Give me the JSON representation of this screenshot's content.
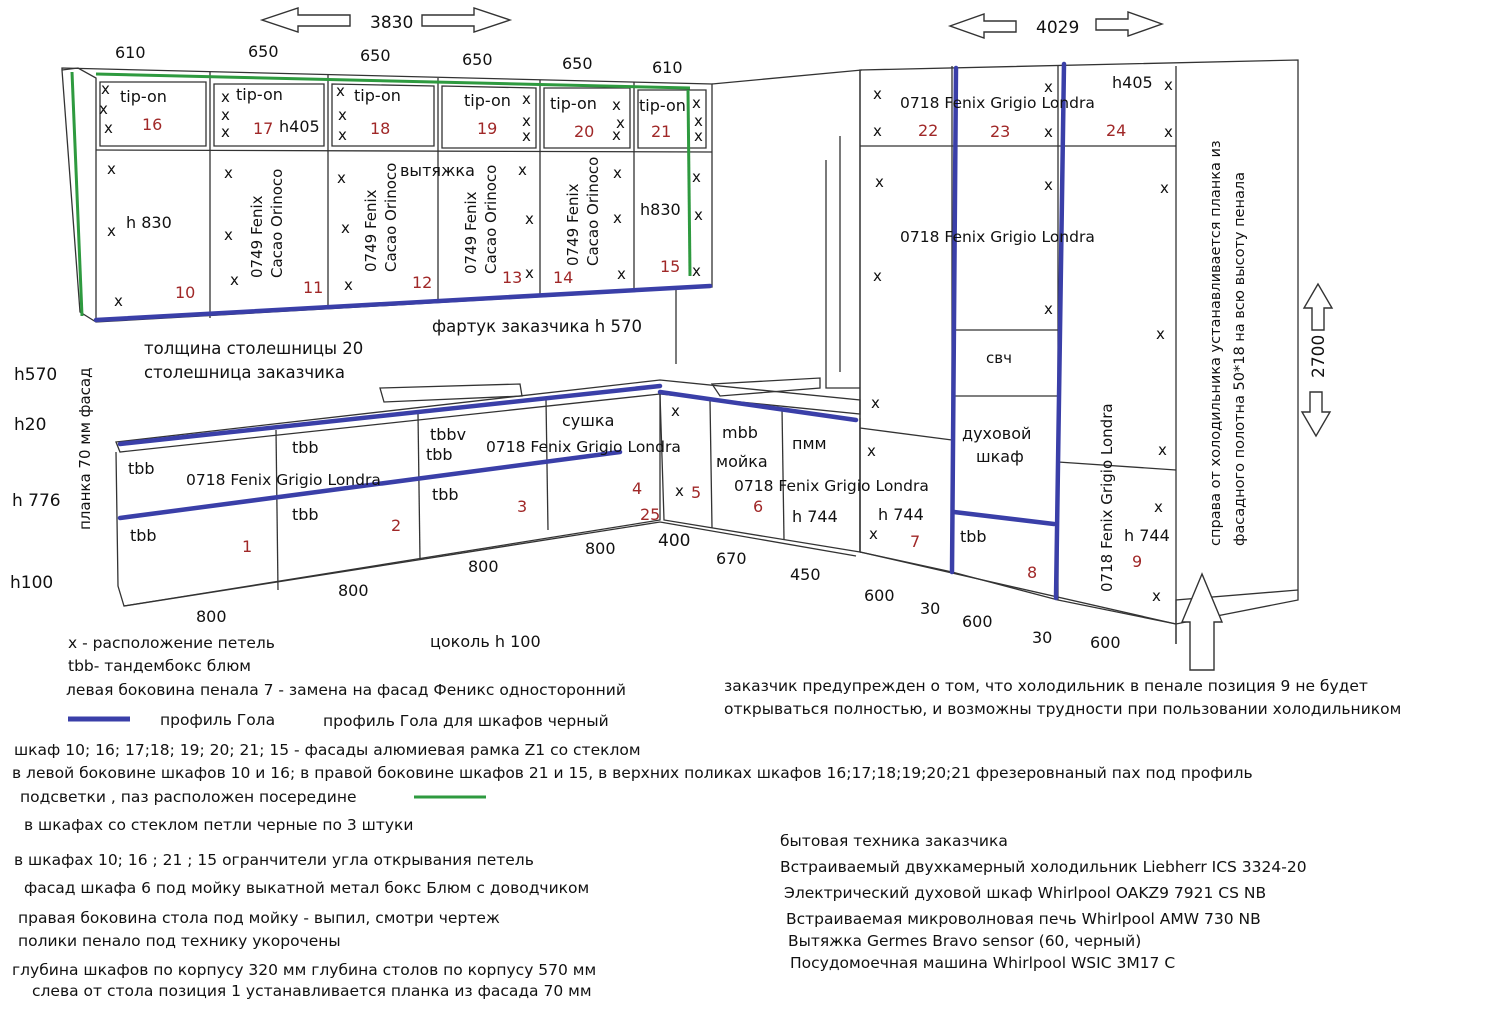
{
  "dims": {
    "upper_total": "3830",
    "right_total": "4029",
    "height_total": "2700",
    "upper_widths": [
      "610",
      "650",
      "650",
      "650",
      "650",
      "610"
    ],
    "base_widths": [
      "800",
      "800",
      "800",
      "800",
      "400",
      "670",
      "450",
      "600",
      "30",
      "600",
      "30",
      "600"
    ]
  },
  "upper_cabinets": {
    "tip_on": [
      "tip-on",
      "tip-on",
      "tip-on",
      "tip-on",
      "tip-on",
      "tip-on"
    ],
    "top_numbers": [
      "16",
      "17",
      "18",
      "19",
      "20",
      "21"
    ],
    "h405_left": "h405",
    "bottom_numbers": [
      "10",
      "11",
      "12",
      "13",
      "14",
      "15"
    ],
    "h830_left": "h 830",
    "h830_right": "h830",
    "fenix_cacao_line1": "0749 Fenix",
    "fenix_cacao_line2": "Cacao Orinoco",
    "hood": "вытяжка"
  },
  "tall_cabinets": {
    "fenix_top": "0718 Fenix Grigio Londra",
    "top_numbers": [
      "22",
      "23",
      "24"
    ],
    "h405_right": "h405",
    "fenix_mid": "0718 Fenix Grigio Londra",
    "microwave": "свч",
    "oven_line1": "духовой",
    "oven_line2": "шкаф",
    "fenix_vertical": "0718 Fenix Grigio Londra",
    "side_note_line1": "справа от холодильника устанавливается планка из",
    "side_note_line2": "фасадного полотна 50*18 на всю высоту пенала",
    "h744_right": "h 744"
  },
  "base_cabinets": {
    "tbb": "tbb",
    "tbbv": "tbbv",
    "fenix": "0718 Fenix Grigio Londra",
    "dryer": "сушка",
    "mbb": "mbb",
    "sink": "мойка",
    "dishwasher": "пмм",
    "h744": "h 744",
    "numbers": [
      "1",
      "2",
      "3",
      "4",
      "5",
      "6",
      "7",
      "8",
      "9",
      "25"
    ]
  },
  "labels": {
    "backsplash": "фартук заказчика h 570",
    "counter_thickness": "толщина столешницы 20",
    "counter_client": "столешница заказчика",
    "h570": "h570",
    "h20": "h20",
    "h776": "h 776",
    "h100": "h100",
    "plank": "планка 70 мм фасад",
    "plinth": "цоколь h 100",
    "mark_x": "x"
  },
  "legend": {
    "hinges": "x - расположение петель",
    "tbb": "tbb-  тандембокс блюм",
    "left_side": "левая боковина пенала 7  - замена на фасад Феникс  односторонний",
    "gola": "профиль Гола",
    "gola_black": "профиль Гола для  шкафов черный",
    "glass": "шкаф 10; 16; 17;18; 19; 20; 21; 15 -  фасады алюмиевая рамка Z1 со стеклом",
    "groove": "в левой  боковине шкафов 10 и 16; в правой боковине шкафов 21 и 15, в верхних поликах шкафов  16;17;18;19;20;21  фрезеровнаный пах под профиль",
    "light": "подсветки , паз расположен посередине",
    "hinges_black": "в шкафах со стеклом  петли черные    по  3 штуки",
    "limiters": "в шкафах 10; 16 ; 21 ; 15  огранчители угла открывания петель",
    "sink_box": "фасад шкафа 6  под мойку  выкатной  метал бокс Блюм с доводчиком",
    "sink_side": "правая боковина стола под мойку - выпил, смотри чертеж",
    "shelves": "полики пенало под технику укорочены",
    "depth": "глубина шкафов по корпусу 320 мм   глубина столов по корпусу 570 мм",
    "plank_pos": "слева от стола позиция 1 устанавливается планка из фасада  70 мм"
  },
  "warning": {
    "line1": "заказчик предупрежден о том, что  холодильник в пенале позиция 9  не будет",
    "line2": "открываться полностью, и возможны трудности  при пользовании холодильником"
  },
  "appliances": {
    "title": "бытовая техника заказчика",
    "items": [
      "Встраиваемый двухкамерный холодильник Liebherr ICS 3324-20",
      "Электрический духовой шкаф Whirlpool OAKZ9 7921 CS NB",
      "Встраиваемая микроволновая печь Whirlpool AMW 730 NB",
      "Вытяжка Germes Bravo sensor (60, черный)",
      "Посудомоечная машина Whirlpool WSIC 3M17 C"
    ]
  },
  "colors": {
    "gola": "#3a3fa8",
    "light": "#2e9a3f",
    "line": "#333333"
  }
}
